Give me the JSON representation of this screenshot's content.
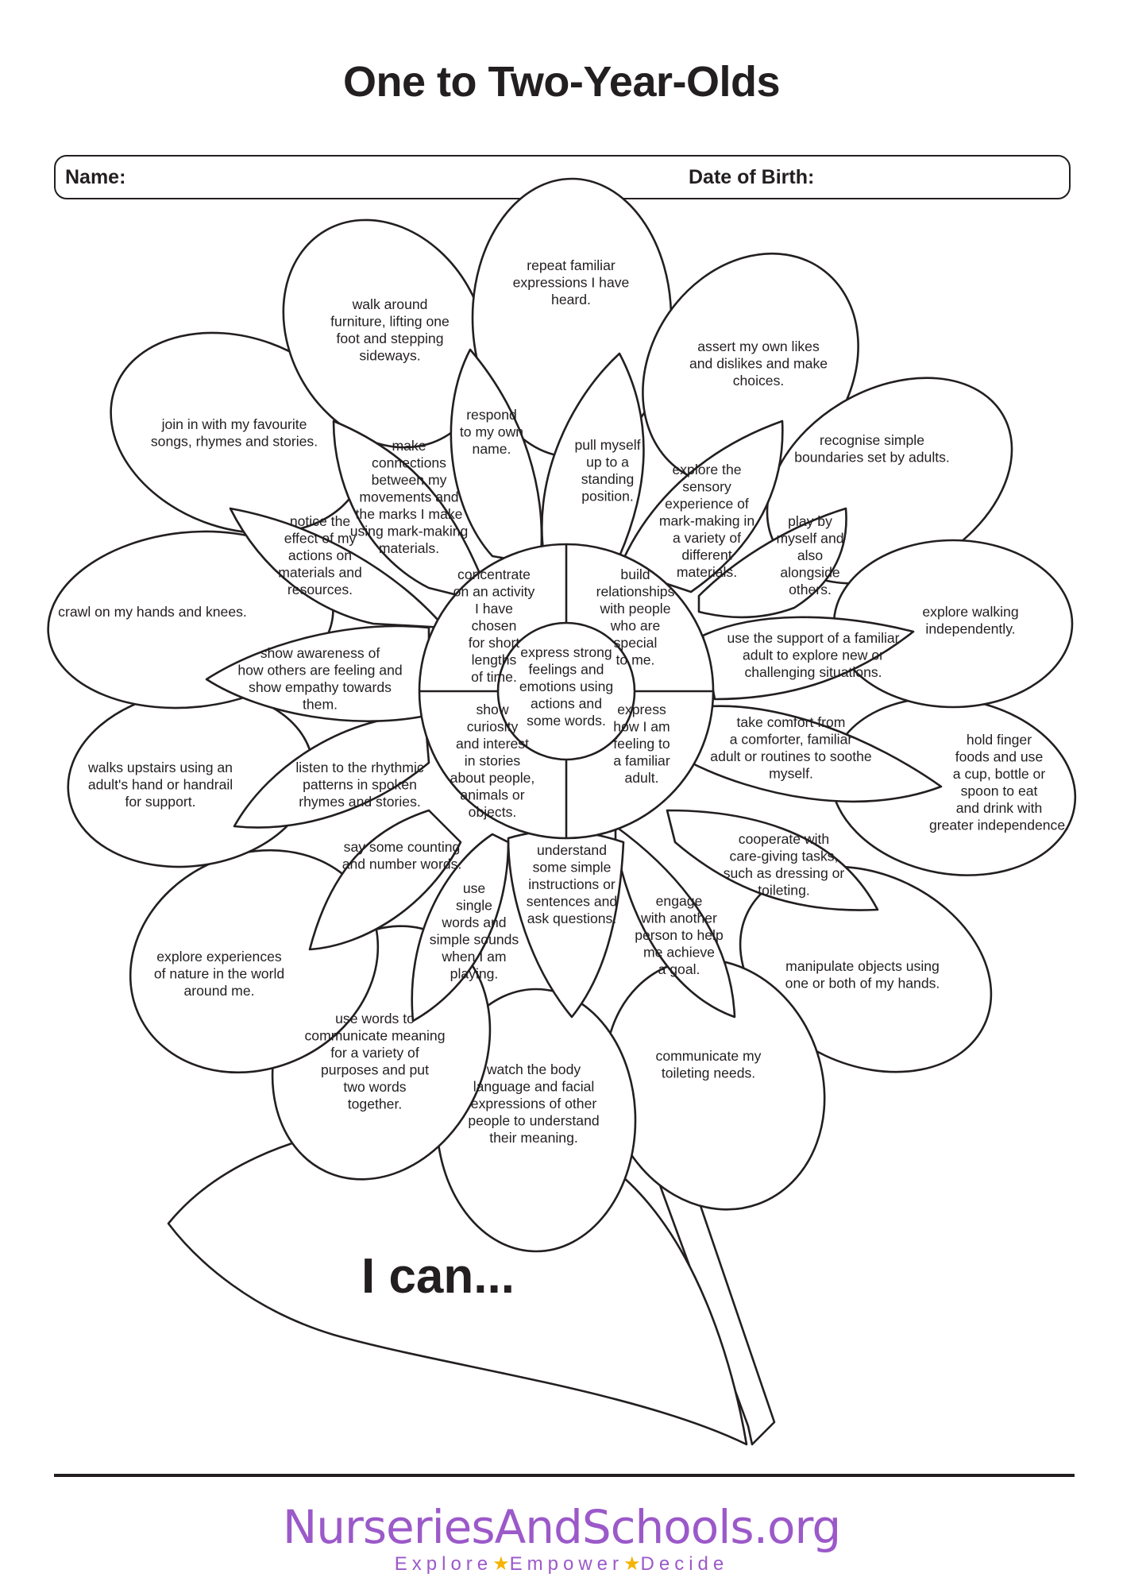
{
  "title": "One to Two-Year-Olds",
  "namebar": {
    "name_label": "Name:",
    "dob_label": "Date of Birth:"
  },
  "leaf_text": "I can...",
  "outer_petals": [
    {
      "id": "repeat",
      "lines": [
        "repeat familiar",
        "expressions I have",
        "heard."
      ]
    },
    {
      "id": "assert",
      "lines": [
        "assert my own likes",
        "and dislikes and make",
        "choices."
      ]
    },
    {
      "id": "boundaries",
      "lines": [
        "recognise simple",
        "boundaries set by adults."
      ]
    },
    {
      "id": "walking",
      "lines": [
        "explore walking",
        "independently."
      ]
    },
    {
      "id": "finger",
      "lines": [
        "hold finger",
        "foods and use",
        "a cup, bottle or",
        "spoon to eat",
        "and drink with",
        "greater independence."
      ]
    },
    {
      "id": "manipulate",
      "lines": [
        "manipulate objects using",
        "one or both of my hands."
      ]
    },
    {
      "id": "toileting",
      "lines": [
        "communicate my",
        "toileting needs."
      ]
    },
    {
      "id": "bodylang",
      "lines": [
        "watch the body",
        "language and facial",
        "expressions of other",
        "people to understand",
        "their meaning."
      ]
    },
    {
      "id": "words",
      "lines": [
        "use words to",
        "communicate meaning",
        "for a variety of",
        "purposes and put",
        "two words",
        "together."
      ]
    },
    {
      "id": "nature",
      "lines": [
        "explore experiences",
        "of nature in the world",
        "around me."
      ]
    },
    {
      "id": "upstairs",
      "lines": [
        "walks upstairs using an",
        "adult's hand or handrail",
        "for support."
      ]
    },
    {
      "id": "crawl",
      "lines": [
        "crawl on my hands and knees."
      ]
    },
    {
      "id": "songs",
      "lines": [
        "join in with my favourite",
        "songs, rhymes and stories."
      ]
    },
    {
      "id": "furniture",
      "lines": [
        "walk around",
        "furniture, lifting one",
        "foot and stepping",
        "sideways."
      ]
    }
  ],
  "inner_petals": [
    {
      "id": "respond",
      "lines": [
        "respond",
        "to my own",
        "name."
      ]
    },
    {
      "id": "pullup",
      "lines": [
        "pull myself",
        "up to a",
        "standing",
        "position."
      ]
    },
    {
      "id": "sensory",
      "lines": [
        "explore the",
        "sensory",
        "experience of",
        "mark-making in",
        "a variety of",
        "different",
        "materials."
      ]
    },
    {
      "id": "play",
      "lines": [
        "play by",
        "myself and",
        "also",
        "alongside",
        "others."
      ]
    },
    {
      "id": "support",
      "lines": [
        "use the support of a familiar",
        "adult to explore new or",
        "challenging situations."
      ]
    },
    {
      "id": "comfort",
      "lines": [
        "take comfort from",
        "a comforter, familiar",
        "adult or routines to soothe",
        "myself."
      ]
    },
    {
      "id": "caregiving",
      "lines": [
        "cooperate with",
        "care-giving tasks,",
        "such as dressing or",
        "toileting."
      ]
    },
    {
      "id": "engage",
      "lines": [
        "engage",
        "with another",
        "person to help",
        "me achieve",
        "a goal."
      ]
    },
    {
      "id": "instructions",
      "lines": [
        "understand",
        "some simple",
        "instructions or",
        "sentences and",
        "ask questions."
      ]
    },
    {
      "id": "single",
      "lines": [
        "use",
        "single",
        "words and",
        "simple sounds",
        "when I am",
        "playing."
      ]
    },
    {
      "id": "counting",
      "lines": [
        "say some counting",
        "and number words."
      ]
    },
    {
      "id": "rhythmic",
      "lines": [
        "listen to the rhythmic",
        "patterns in spoken",
        "rhymes and stories."
      ]
    },
    {
      "id": "empathy",
      "lines": [
        "show awareness of",
        "how others are feeling and",
        "show empathy towards",
        "them."
      ]
    },
    {
      "id": "effect",
      "lines": [
        "notice the",
        "effect of my",
        "actions on",
        "materials and",
        "resources."
      ]
    },
    {
      "id": "connections",
      "lines": [
        "make",
        "connections",
        "between my",
        "movements and",
        "the marks I make",
        "using mark-making",
        "materials."
      ]
    }
  ],
  "center": {
    "middle": [
      "express strong",
      "feelings and",
      "emotions using",
      "actions and",
      "some words."
    ],
    "quadrants": [
      {
        "id": "concentrate",
        "lines": [
          "concentrate",
          "on an activity",
          "I have",
          "chosen",
          "for short",
          "lengths",
          "of time."
        ]
      },
      {
        "id": "relationships",
        "lines": [
          "build",
          "relationships",
          "with people",
          "who are",
          "special",
          "to me."
        ]
      },
      {
        "id": "curiosity",
        "lines": [
          "show",
          "curiosity",
          "and interest",
          "in stories",
          "about people,",
          "animals or",
          "objects."
        ]
      },
      {
        "id": "feeling",
        "lines": [
          "express",
          "how I am",
          "feeling to",
          "a familiar",
          "adult."
        ]
      }
    ]
  },
  "logo": {
    "text": "NurseriesAndSchools.org",
    "tag1": "Explore",
    "tag2": "Empower",
    "tag3": "Decide"
  },
  "colors": {
    "ink": "#231f20",
    "logo_purple": "#9b59c9",
    "star_yellow": "#f5b301"
  }
}
